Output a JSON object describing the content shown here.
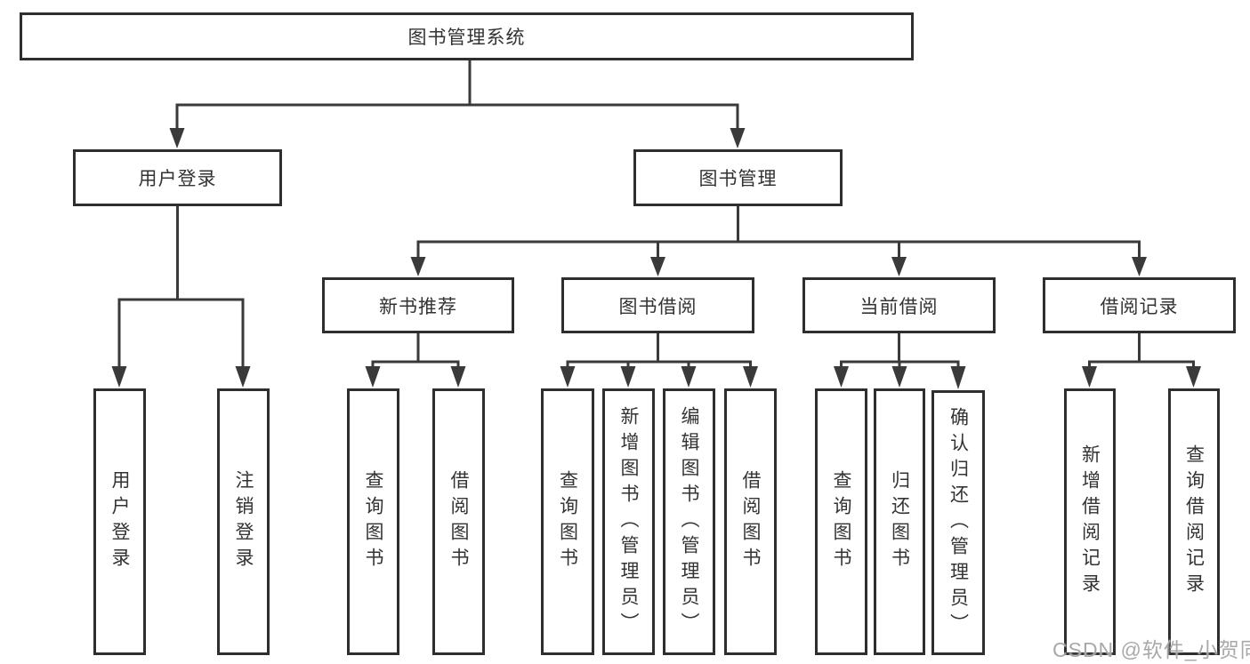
{
  "tree": {
    "root": {
      "label": "图书管理系统",
      "children": [
        {
          "label": "用户登录",
          "children": [
            {
              "label": "用户登录"
            },
            {
              "label": "注销登录"
            }
          ]
        },
        {
          "label": "图书管理",
          "children": [
            {
              "label": "新书推荐",
              "children": [
                {
                  "label": "查询图书"
                },
                {
                  "label": "借阅图书"
                }
              ]
            },
            {
              "label": "图书借阅",
              "children": [
                {
                  "label": "查询图书"
                },
                {
                  "label": "新增图书（管理员）"
                },
                {
                  "label": "编辑图书（管理员）"
                },
                {
                  "label": "借阅图书"
                }
              ]
            },
            {
              "label": "当前借阅",
              "children": [
                {
                  "label": "查询图书"
                },
                {
                  "label": "归还图书"
                },
                {
                  "label": "确认归还（管理员）"
                }
              ]
            },
            {
              "label": "借阅记录",
              "children": [
                {
                  "label": "新增借阅记录"
                },
                {
                  "label": "查询借阅记录"
                }
              ]
            }
          ]
        }
      ]
    }
  },
  "watermark": {
    "text": "CSDN @软件_小贺同学"
  },
  "colors": {
    "background": "#ffffff",
    "line": "#3a3a3a",
    "box_border": "#2e2e2e",
    "text": "#333333",
    "watermark": "#a6a6a6"
  }
}
